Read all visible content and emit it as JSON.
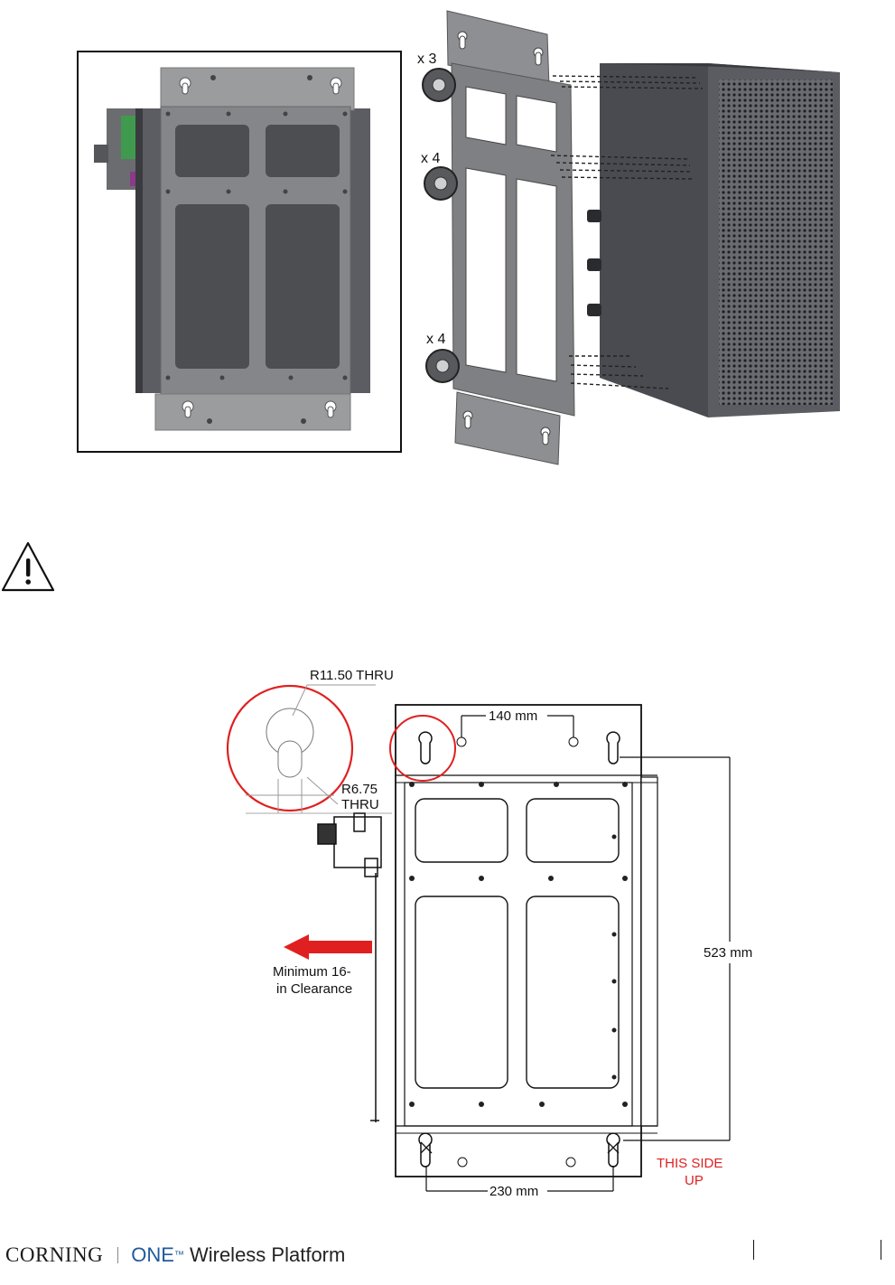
{
  "top_figure": {
    "callouts": [
      {
        "qty": "x 3"
      },
      {
        "qty": "x 4"
      },
      {
        "qty": "x 4"
      }
    ]
  },
  "warning": {
    "icon": "warning-triangle-icon"
  },
  "mounting_drawing": {
    "large_radius": "R11.50 THRU",
    "small_radius_line1": "R6.75",
    "small_radius_line2": "THRU",
    "top_spacing": "140 mm",
    "height": "523 mm",
    "bottom_spacing": "230 mm",
    "clearance_line1": "Minimum 16-",
    "clearance_line2": "in Clearance",
    "orientation_line1": "THIS SIDE",
    "orientation_line2": "UP",
    "accent_color": "#e02020"
  },
  "footer": {
    "brand": "CORNING",
    "product_name": "ONE",
    "trademark": "™",
    "product_suffix": "Wireless Platform"
  }
}
